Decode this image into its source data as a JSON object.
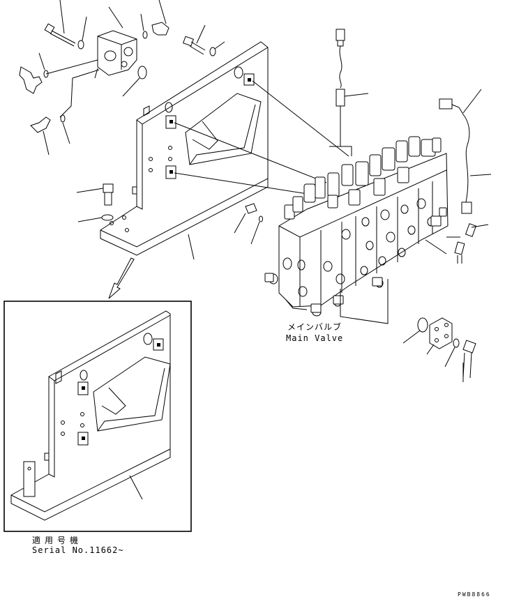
{
  "main_valve": {
    "label_jp": "メインバルブ",
    "label_en": "Main Valve"
  },
  "serial": {
    "label_jp": "適用号機",
    "label_en": "Serial No.11662~"
  },
  "drawing_code": "PWB8866"
}
